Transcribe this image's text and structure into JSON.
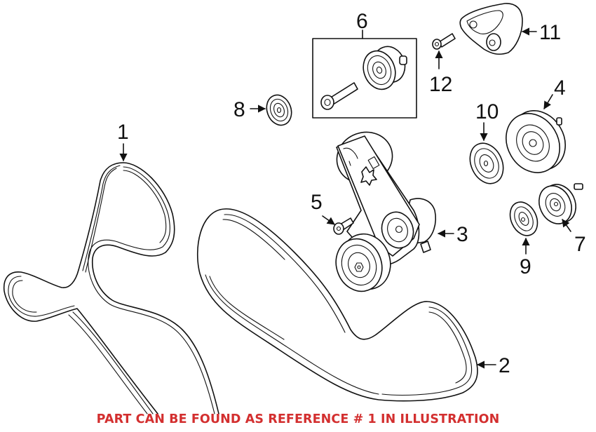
{
  "diagram": {
    "title": "Serpentine belt and tensioner assembly",
    "accent_color": "#d32f2f",
    "line_color": "#111111",
    "callouts": [
      {
        "id": "1",
        "label": "1",
        "part": "belt-1"
      },
      {
        "id": "2",
        "label": "2",
        "part": "belt-2"
      },
      {
        "id": "3",
        "label": "3",
        "part": "tensioner-assembly"
      },
      {
        "id": "4",
        "label": "4",
        "part": "idler-pulley-large"
      },
      {
        "id": "5",
        "label": "5",
        "part": "tensioner-bolt"
      },
      {
        "id": "6",
        "label": "6",
        "part": "pulley-kit"
      },
      {
        "id": "7",
        "label": "7",
        "part": "idler-pulley-small"
      },
      {
        "id": "8",
        "label": "8",
        "part": "pulley-cap"
      },
      {
        "id": "9",
        "label": "9",
        "part": "pulley-cap"
      },
      {
        "id": "10",
        "label": "10",
        "part": "pulley-cap"
      },
      {
        "id": "11",
        "label": "11",
        "part": "bracket"
      },
      {
        "id": "12",
        "label": "12",
        "part": "bracket-bolt"
      }
    ]
  },
  "footer": {
    "text": "PART CAN BE FOUND AS REFERENCE # 1 IN ILLUSTRATION"
  }
}
